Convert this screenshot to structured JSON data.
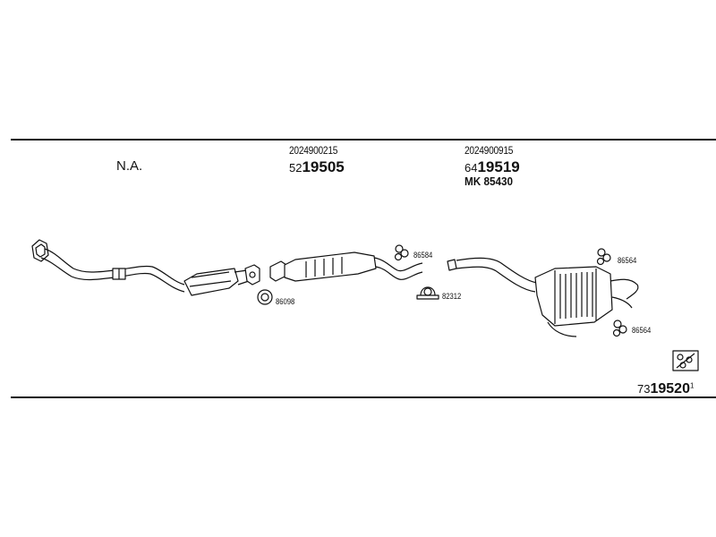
{
  "header": {
    "na_label": "N.A.",
    "front_pipe_oe": "2024900215",
    "front_part_prefix": "52",
    "front_part_main": "19505",
    "rear_oe": "2024900915",
    "rear_part_prefix": "64",
    "rear_part_main": "19519",
    "mounting_kit": "MK 85430"
  },
  "labels": {
    "clamp_a": "86584",
    "ring": "86098",
    "clamp_b": "82312",
    "hanger_a": "86564",
    "hanger_b": "86564"
  },
  "kit": {
    "prefix": "73",
    "main": "19520",
    "suffix": "1"
  },
  "colors": {
    "line": "#111111",
    "background": "#ffffff"
  },
  "icons": [
    "gasket-icon",
    "flange-icon",
    "catalytic-converter-icon",
    "clamp-icon",
    "ring-icon",
    "hanger-icon",
    "muffler-icon",
    "kit-box-icon"
  ]
}
